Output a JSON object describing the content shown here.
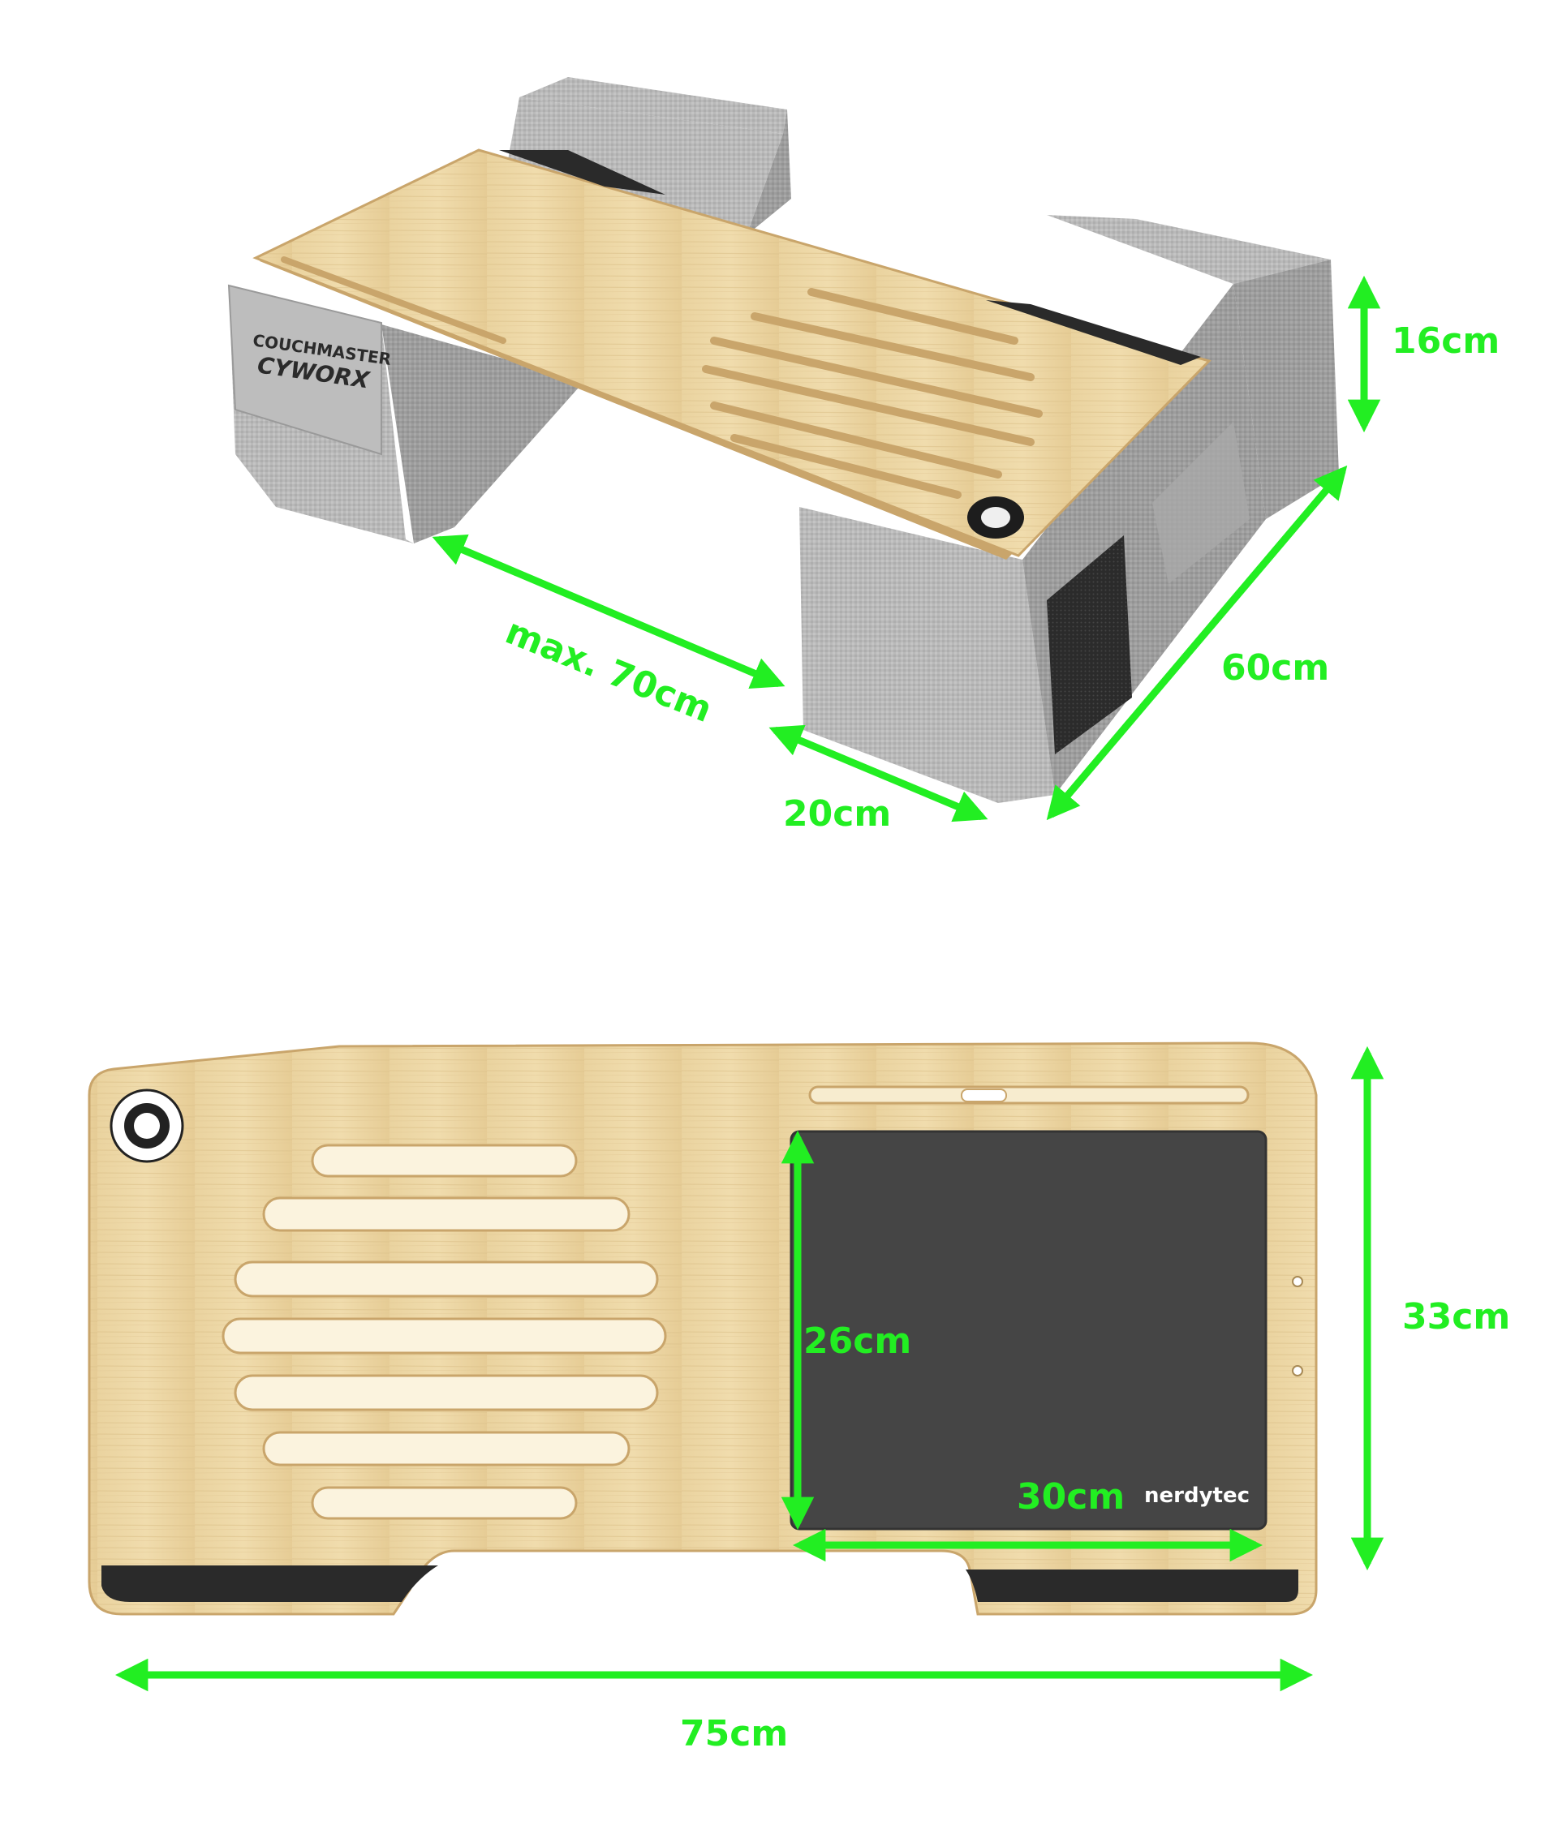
{
  "colors": {
    "dimension": "#22ee22",
    "wood_light": "#ecd6a4",
    "wood_mid": "#e3c88f",
    "wood_dark": "#c9a56b",
    "fabric": "#b8b8b8",
    "fabric_dark": "#8e8e8e",
    "mat": "#454545",
    "leather": "#2a2a2a"
  },
  "top_view": {
    "brand_line1": "COUCHMASTER",
    "brand_line2": "CYWORX",
    "dims": {
      "height": "16cm",
      "depth": "60cm",
      "span": "max. 70cm",
      "cushion_width": "20cm"
    }
  },
  "board_view": {
    "mousepad_brand": "nerdytec",
    "dims": {
      "pad_height": "26cm",
      "pad_width": "30cm",
      "board_height": "33cm",
      "board_width": "75cm"
    }
  }
}
